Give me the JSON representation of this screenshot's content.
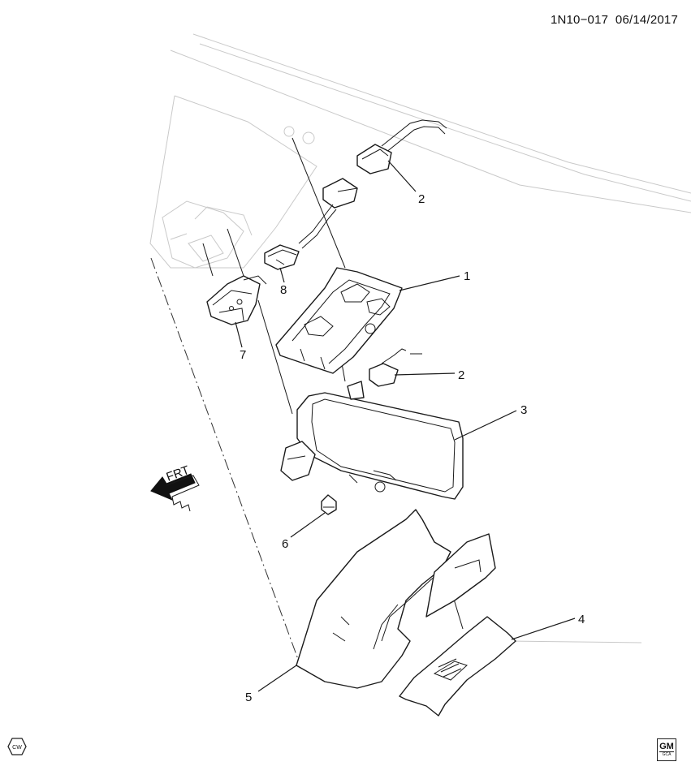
{
  "header": {
    "code": "1N10−017  06/14/2017"
  },
  "callouts": [
    {
      "id": "1",
      "label": "1"
    },
    {
      "id": "2a",
      "label": "2"
    },
    {
      "id": "2b",
      "label": "2"
    },
    {
      "id": "3",
      "label": "3"
    },
    {
      "id": "4",
      "label": "4"
    },
    {
      "id": "5",
      "label": "5"
    },
    {
      "id": "6",
      "label": "6"
    },
    {
      "id": "7",
      "label": "7"
    },
    {
      "id": "8",
      "label": "8"
    }
  ],
  "direction_arrow": {
    "label": "FRT"
  },
  "badges": {
    "cw": "CW",
    "logo_top": "GM",
    "logo_bottom": "GCA"
  }
}
